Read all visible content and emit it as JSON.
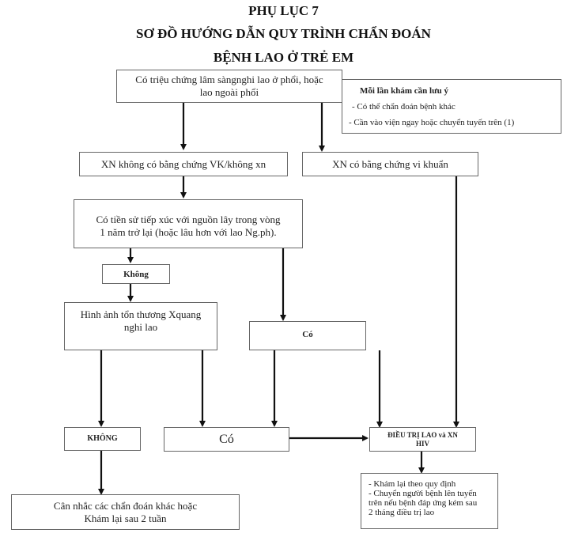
{
  "title": {
    "line1": "PHỤ LỤC 7",
    "line2": "SƠ ĐỒ HƯỚNG DẪN QUY TRÌNH CHẨN ĐOÁN",
    "line3": "BỆNH LAO Ở TRẺ EM"
  },
  "nodes": {
    "symptoms": {
      "line1": "Có triệu chứng lâm sàngnghi lao ở phổi, hoặc",
      "line2": "lao ngoài phổi"
    },
    "note": {
      "title": "Mỗi lần khám cần lưu ý",
      "items": [
        "-  Có thể chẩn đoán bệnh khác",
        "-  Cần vào viện ngay hoặc chuyển tuyến trên (1)"
      ]
    },
    "no_evidence": {
      "text": "XN không có bằng chứng VK/không xn"
    },
    "bacteria_evidence": {
      "text": "XN có bằng chứng vi khuẩn"
    },
    "contact_history": {
      "line1": "Có tiền sử tiếp xúc với nguồn lây trong vòng",
      "line2": "1 năm trở lại (hoặc lâu hơn với lao Ng.ph)."
    },
    "khong1": {
      "text": "Không"
    },
    "xray": {
      "line1": "Hình ảnh tổn thương Xquang",
      "line2": "nghi lao"
    },
    "co1": {
      "text": "Có"
    },
    "khong2": {
      "text": "KHÔNG"
    },
    "co2": {
      "text": "Có"
    },
    "treatment": {
      "line1": "ĐIỀU TRỊ LAO và XN",
      "line2": "HIV"
    },
    "reconsider": {
      "line1": "Cân nhắc các chẩn đoán khác hoặc",
      "line2": "Khám lại sau 2 tuần"
    },
    "followup": {
      "items": [
        "- Khám lại theo quy định",
        "- Chuyển người bệnh lên tuyến",
        "trên nếu bệnh đáp ứng kém sau",
        "2 tháng điều trị lao"
      ]
    }
  },
  "edges": [
    {
      "from": "symptoms",
      "to": "no_evidence"
    },
    {
      "from": "symptoms",
      "to": "bacteria_evidence"
    },
    {
      "from": "no_evidence",
      "to": "contact_history"
    },
    {
      "from": "contact_history",
      "to": "khong1"
    },
    {
      "from": "contact_history",
      "to": "co1"
    },
    {
      "from": "khong1",
      "to": "xray"
    },
    {
      "from": "xray",
      "to": "khong2"
    },
    {
      "from": "xray",
      "to": "co2"
    },
    {
      "from": "co1",
      "to": "co2"
    },
    {
      "from": "co1",
      "to": "treatment"
    },
    {
      "from": "co2",
      "to": "treatment"
    },
    {
      "from": "bacteria_evidence",
      "to": "treatment"
    },
    {
      "from": "khong2",
      "to": "reconsider"
    },
    {
      "from": "treatment",
      "to": "followup"
    }
  ]
}
